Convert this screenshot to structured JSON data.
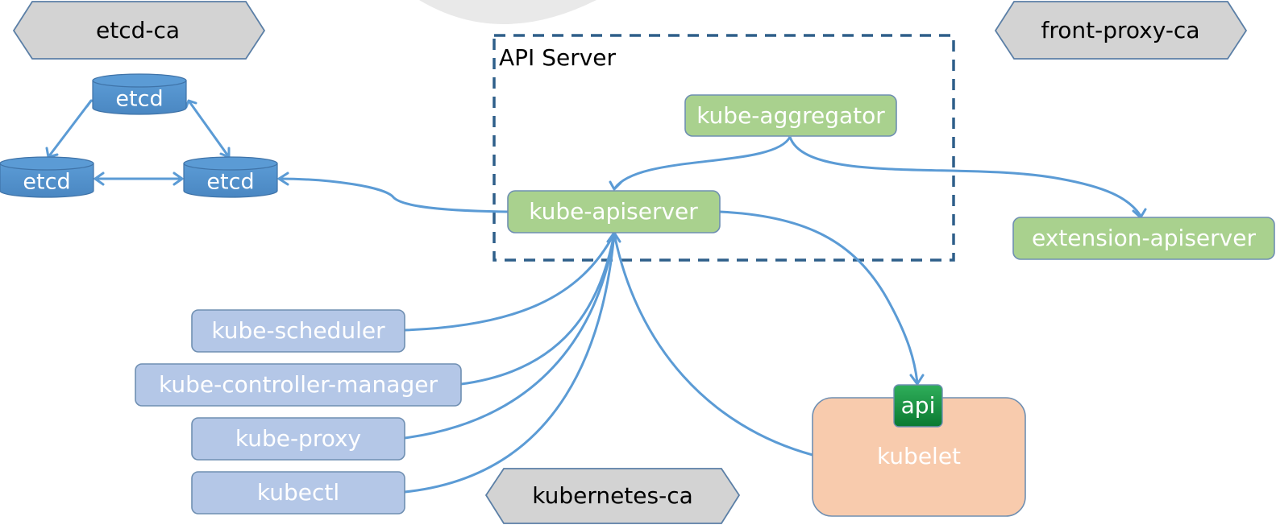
{
  "certificate_authorities": {
    "etcd_ca": "etcd-ca",
    "front_proxy_ca": "front-proxy-ca",
    "kubernetes_ca": "kubernetes-ca"
  },
  "etcd_cluster": {
    "nodes": [
      "etcd",
      "etcd",
      "etcd"
    ]
  },
  "api_server_group": {
    "title": "API Server",
    "kube_aggregator": "kube-aggregator",
    "kube_apiserver": "kube-apiserver"
  },
  "extension_apiserver": "extension-apiserver",
  "clients": [
    "kube-scheduler",
    "kube-controller-manager",
    "kube-proxy",
    "kubectl"
  ],
  "kubelet": {
    "label": "kubelet",
    "api_label": "api"
  },
  "colors": {
    "api_component_green": "#a9d18e",
    "client_blue": "#b4c7e7",
    "etcd_blue": "#5b9bd5",
    "kubelet_peach": "#f8cbad",
    "api_badge_green": "#0f8a3a",
    "ca_gray": "#d3d3d3",
    "connector_blue": "#5b9bd5",
    "api_server_border": "#2e5f8a"
  }
}
